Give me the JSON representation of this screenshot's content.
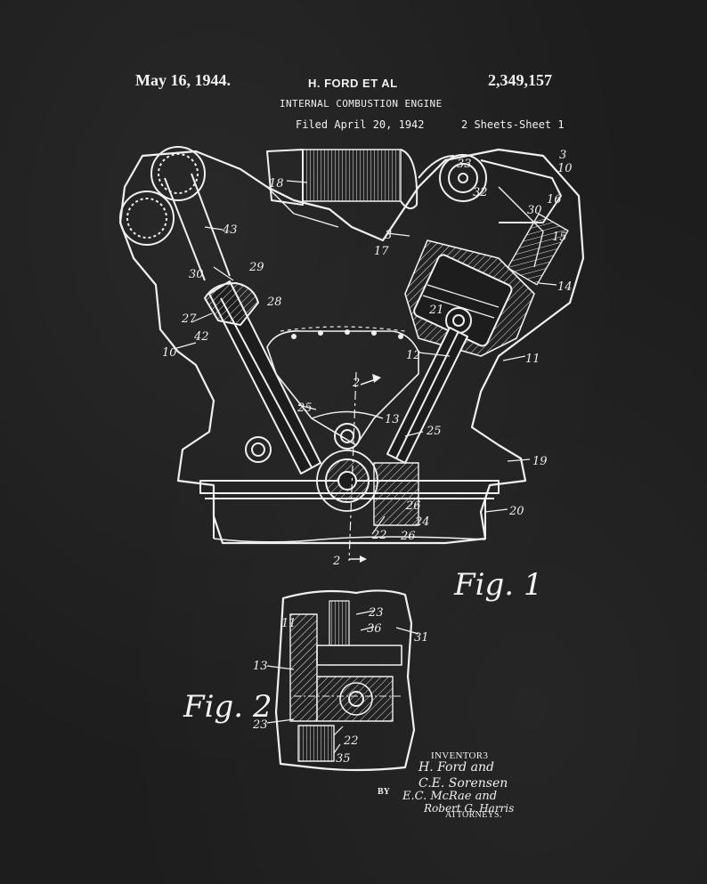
{
  "header": {
    "date": "May 16, 1944.",
    "inventor": "H. FORD ET AL",
    "patent_number": "2,349,157",
    "title": "INTERNAL COMBUSTION ENGINE",
    "filed": "Filed April 20, 1942",
    "sheets": "2 Sheets-Sheet 1"
  },
  "figures": {
    "fig1": "Fig. 1",
    "fig2": "Fig. 2"
  },
  "fig1_labels": {
    "l3a": "3",
    "l10a": "10",
    "l33": "33",
    "l32": "32",
    "l30r": "30",
    "l16": "16",
    "l18": "18",
    "l3b": "3",
    "l17": "17",
    "l15": "15",
    "l14": "14",
    "l43": "43",
    "l30": "30",
    "l29": "29",
    "l28": "28",
    "l27": "27",
    "l42": "42",
    "l21": "21",
    "l10": "10",
    "l12": "12",
    "l11": "11",
    "l2top": "2",
    "l25a": "25",
    "l13": "13",
    "l25b": "25",
    "l19": "19",
    "l26a": "26",
    "l24": "24",
    "l20": "20",
    "l22": "22",
    "l26b": "26",
    "l2bot": "2"
  },
  "fig2_labels": {
    "l11": "11",
    "l23a": "23",
    "l36": "36",
    "l31": "31",
    "l13": "13",
    "l23b": "23",
    "l22": "22",
    "l35": "35"
  },
  "signature": {
    "inventors_label": "INVENTOR3",
    "line1": "H. Ford and",
    "line2": "C.E. Sorensen",
    "by": "BY",
    "line3": "E.C. McRae and",
    "line4": "Robert G. Harris",
    "attorneys_label": "ATTORNEYS."
  },
  "colors": {
    "background": "#1d1d1d",
    "ink": "#f2f2f2"
  }
}
